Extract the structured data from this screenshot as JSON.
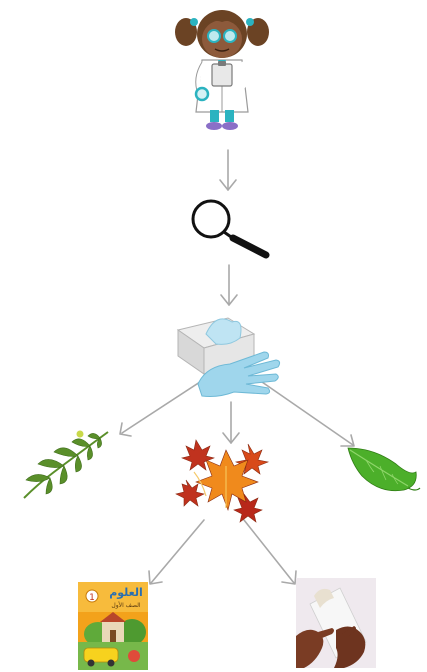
{
  "diagram": {
    "nodes": [
      {
        "id": "scientist",
        "icon": "scientist-girl-icon"
      },
      {
        "id": "magnifier",
        "icon": "magnifying-glass-icon"
      },
      {
        "id": "tissue",
        "icon": "tissue-box-glove-icon"
      },
      {
        "id": "fern",
        "icon": "fern-leaf-icon"
      },
      {
        "id": "maple",
        "icon": "maple-leaves-icon"
      },
      {
        "id": "green_leaf",
        "icon": "green-leaf-icon"
      },
      {
        "id": "book",
        "icon": "science-book-icon"
      },
      {
        "id": "hands",
        "icon": "hands-rubbing-paper-icon"
      }
    ],
    "edges": [
      [
        "scientist",
        "magnifier"
      ],
      [
        "magnifier",
        "tissue"
      ],
      [
        "tissue",
        "fern"
      ],
      [
        "tissue",
        "maple"
      ],
      [
        "tissue",
        "green_leaf"
      ],
      [
        "maple",
        "book"
      ],
      [
        "maple",
        "hands"
      ]
    ],
    "book": {
      "title": "العلوم",
      "grade": "1",
      "subtitle": "الصف الأول"
    },
    "colors": {
      "arrow": "#a9a9a9",
      "coat": "#ffffff",
      "skin": "#8d5a3b",
      "hair": "#6b4324",
      "teal": "#2bb3c0",
      "glove": "#9fd6ec",
      "fern": "#5a8f2a",
      "maple_orange": "#f08a1c",
      "maple_red": "#c0321e",
      "leaf_green": "#4caf2a",
      "book_orange": "#f3a21b"
    }
  }
}
